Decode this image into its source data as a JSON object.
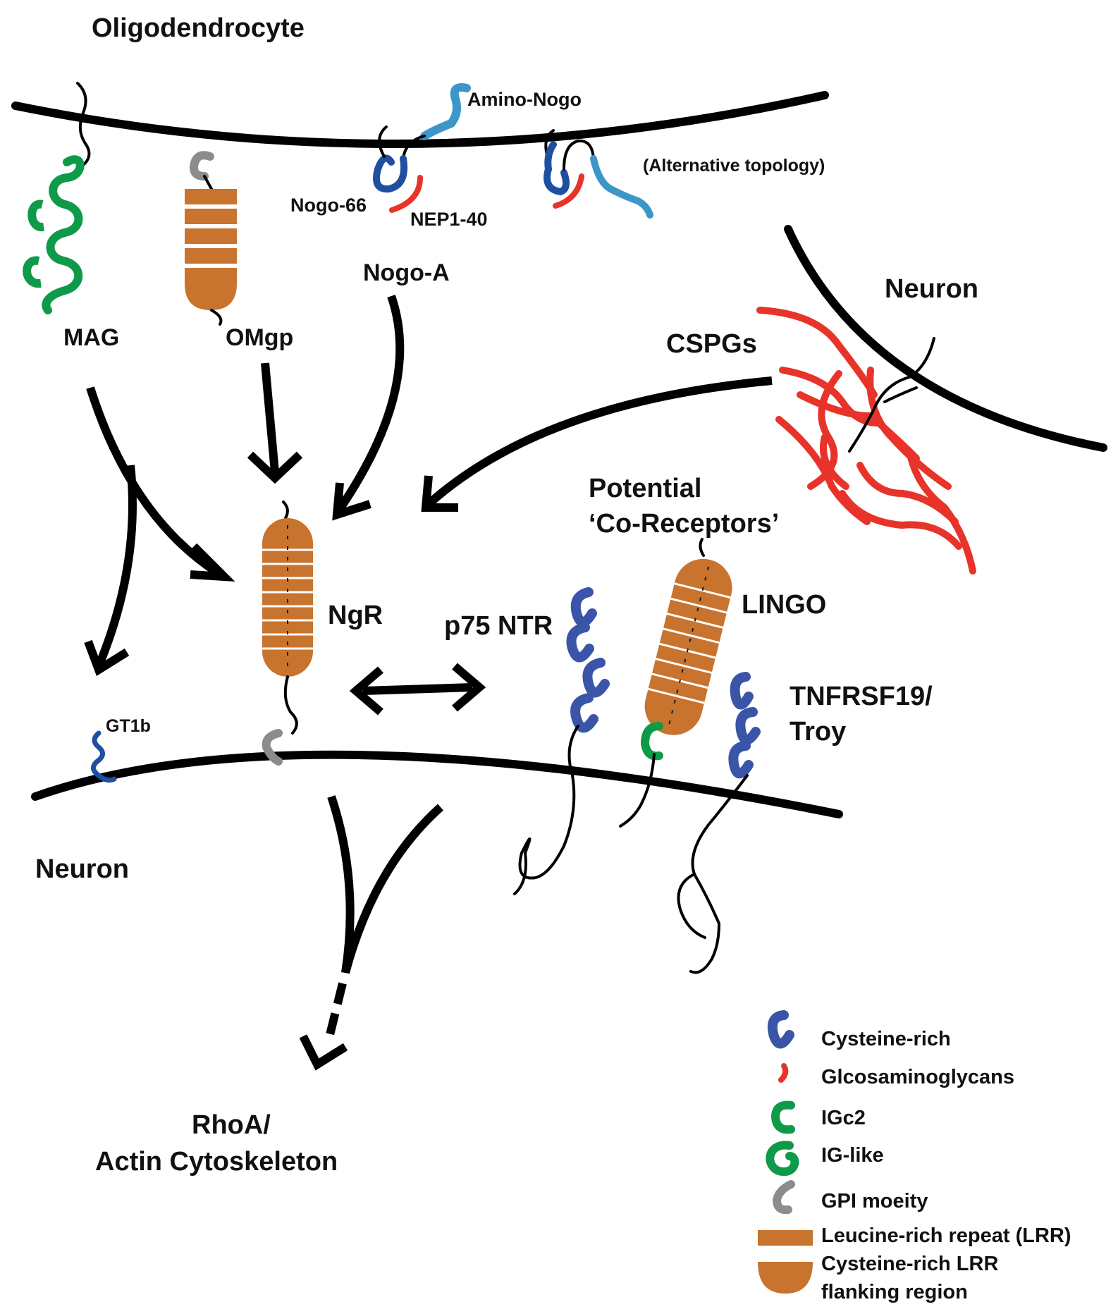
{
  "labels": {
    "oligodendrocyte": "Oligodendrocyte",
    "neuron_right": "Neuron",
    "neuron_bottom": "Neuron",
    "amino_nogo": "Amino-Nogo",
    "alternative_topology": "(Alternative topology)",
    "nogo_66": "Nogo-66",
    "nep1_40": "NEP1-40",
    "nogo_a": "Nogo-A",
    "mag": "MAG",
    "omgp": "OMgp",
    "cspgs": "CSPGs",
    "potential_line1": "Potential",
    "potential_line2": "‘Co-Receptors’",
    "lingo": "LINGO",
    "ngr": "NgR",
    "p75": "p75 NTR",
    "troy_line1": "TNFRSF19/",
    "troy_line2": "Troy",
    "gt1b": "GT1b",
    "rhoa_line1": "RhoA/",
    "rhoa_line2": "Actin Cytoskeleton"
  },
  "legend": [
    {
      "icon": "cysteine-rich-icon",
      "label": "Cysteine-rich"
    },
    {
      "icon": "glycosaminoglycan-icon",
      "label": "Glcosaminoglycans"
    },
    {
      "icon": "igc2-icon",
      "label": "IGc2"
    },
    {
      "icon": "ig-like-icon",
      "label": "IG-like"
    },
    {
      "icon": "gpi-moiety-icon",
      "label": "GPI moeity"
    },
    {
      "icon": "lrr-icon",
      "label": "Leucine-rich repeat (LRR)"
    },
    {
      "icon": "lrr-flank-icon",
      "label_line1": "Cysteine-rich LRR",
      "label_line2": "flanking region"
    }
  ],
  "colors": {
    "membrane": "#000000",
    "lrr": "#C8732E",
    "cysteine_rich": "#3A55A8",
    "glycosaminoglycan": "#E8332A",
    "ig": "#0E9A48",
    "gpi": "#8C8C8C",
    "amino_nogo": "#3D96C8",
    "nogo66": "#1F4FA0"
  }
}
